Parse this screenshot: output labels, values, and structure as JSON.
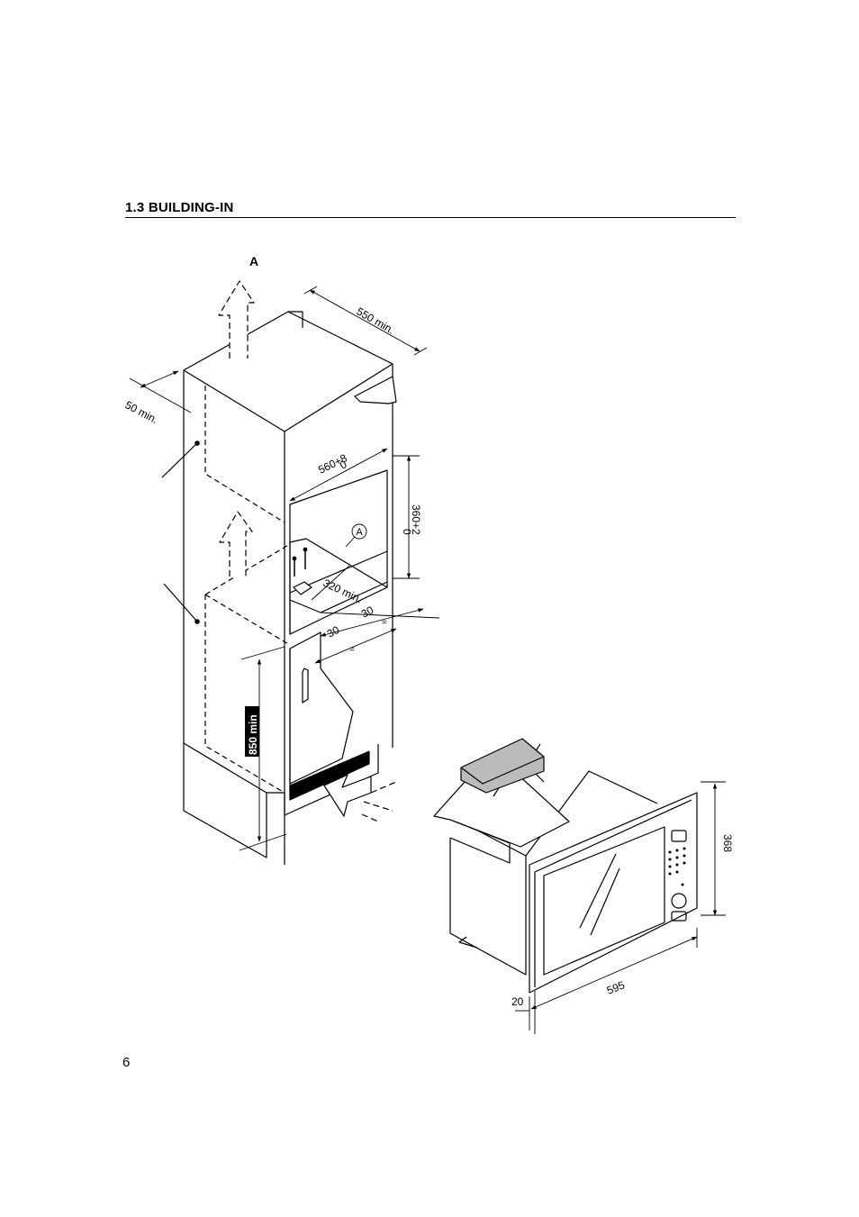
{
  "section": {
    "title": "1.3 BUILDING-IN"
  },
  "page_number": "6",
  "figure_cabinet": {
    "callout_top": "A",
    "callout_circle": "A",
    "dim_depth": "550 min.",
    "dim_gap": "50 min.",
    "dim_width": "560+8",
    "dim_width_tol": "0",
    "dim_height": "360+2",
    "dim_height_tol": "0",
    "dim_shelf": "320 min.",
    "dim_edge_a": "30",
    "dim_edge_b": "30",
    "dim_floor": "850 min"
  },
  "figure_oven": {
    "dim_height": "368",
    "dim_width": "595",
    "dim_frame": "20"
  }
}
